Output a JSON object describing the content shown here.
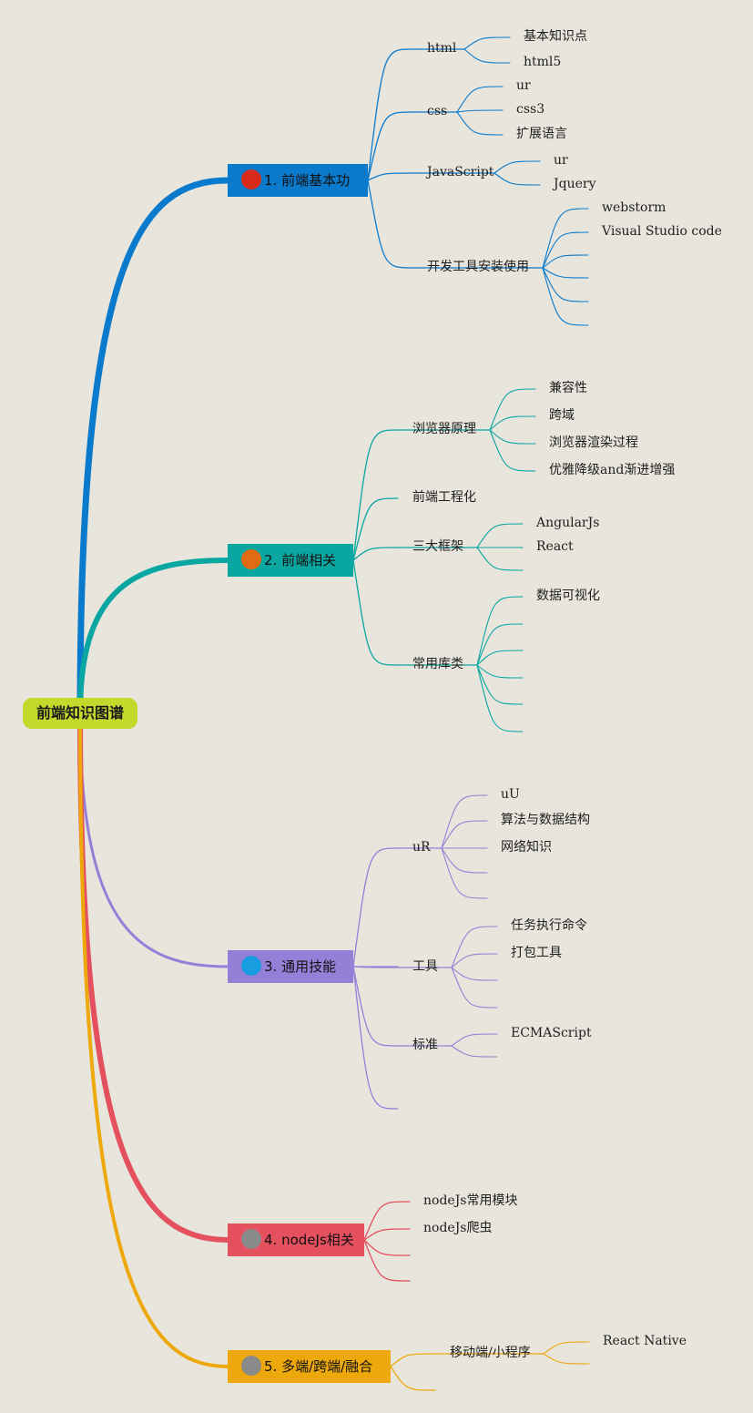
{
  "root": {
    "label": "前端知识图谱",
    "color": "#c3d92b"
  },
  "branches": [
    {
      "number": "1",
      "label": "1. 前端基本功",
      "color": "#0a7acc",
      "badge_color": "#d92b1c",
      "badge_text_color": "#d92b1c",
      "children": [
        {
          "label": "html",
          "children": [
            "基本知识点",
            "html5"
          ]
        },
        {
          "label": "css",
          "children": [
            "ur",
            "css3",
            "扩展语言"
          ]
        },
        {
          "label": "JavaScript",
          "children": [
            "ur",
            "Jquery"
          ]
        },
        {
          "label": "开发工具安装使用",
          "children": [
            "webstorm",
            "Visual Studio code",
            "",
            "",
            "",
            ""
          ]
        }
      ]
    },
    {
      "number": "2",
      "label": "2. 前端相关",
      "color": "#0aa6a1",
      "badge_color": "#e06b12",
      "badge_text_color": "#e06b12",
      "children": [
        {
          "label": "浏览器原理",
          "children": [
            "兼容性",
            "跨域",
            "浏览器渲染过程",
            "优雅降级and渐进增强"
          ]
        },
        {
          "label": "前端工程化",
          "children": []
        },
        {
          "label": "三大框架",
          "children": [
            "AngularJs",
            "React",
            ""
          ]
        },
        {
          "label": "常用库类",
          "children": [
            "数据可视化",
            "",
            "",
            "",
            "",
            ""
          ]
        }
      ]
    },
    {
      "number": "3",
      "label": "3. 通用技能",
      "color": "#9480d6",
      "badge_color": "#1a9de0",
      "badge_text_color": "#1a9de0",
      "children": [
        {
          "label": "uR",
          "children": [
            "uU",
            "算法与数据结构",
            "网络知识",
            "",
            ""
          ]
        },
        {
          "label": "",
          "children": []
        },
        {
          "label": "工具",
          "children": [
            "任务执行命令",
            "打包工具",
            "",
            ""
          ]
        },
        {
          "label": "标准",
          "children": [
            "ECMAScript",
            ""
          ]
        },
        {
          "label": "",
          "children": []
        }
      ]
    },
    {
      "number": "4",
      "label": "4. nodeJs相关",
      "color": "#e4505e",
      "badge_color": "#8a8a8a",
      "badge_text_color": "#8a8a8a",
      "children": [
        {
          "label": "nodeJs常用模块",
          "children": []
        },
        {
          "label": "nodeJs爬虫",
          "children": []
        },
        {
          "label": "",
          "children": []
        },
        {
          "label": "",
          "children": []
        }
      ]
    },
    {
      "number": "5",
      "label": "5. 多端/跨端/融合",
      "color": "#eda80c",
      "badge_color": "#8a8a8a",
      "badge_text_color": "#8a8a8a",
      "children": [
        {
          "label": "移动端/小程序",
          "children": [
            "React Native",
            ""
          ]
        },
        {
          "label": "",
          "children": []
        }
      ]
    }
  ]
}
